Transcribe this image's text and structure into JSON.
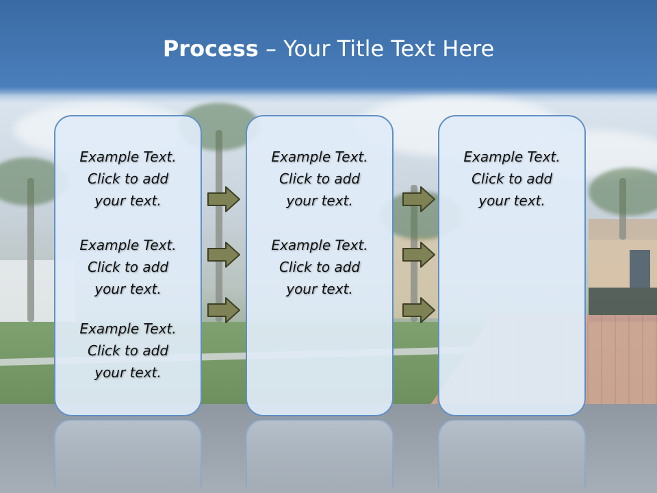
{
  "header": {
    "title_bold": "Process",
    "title_rest": " – Your Title Text Here"
  },
  "colors": {
    "panel_border": "#5f8fc6",
    "panel_fill": "#dfebf7",
    "arrow_fill": "#7e8254",
    "title_band": "#4a7fbc"
  },
  "panels": [
    {
      "paragraphs": [
        {
          "l1": "Example Text.",
          "l2": "Click  to add",
          "l3": "your text."
        },
        {
          "l1": "Example Text.",
          "l2": "Click  to add",
          "l3": "your text."
        },
        {
          "l1": "Example Text.",
          "l2": "Click  to add",
          "l3": "your text."
        }
      ]
    },
    {
      "paragraphs": [
        {
          "l1": "Example Text.",
          "l2": "Click  to add",
          "l3": "your text."
        },
        {
          "l1": "Example Text.",
          "l2": "Click  to add",
          "l3": "your text."
        }
      ]
    },
    {
      "paragraphs": [
        {
          "l1": "Example Text.",
          "l2": "Click  to add",
          "l3": "your text."
        }
      ]
    }
  ],
  "arrow_icon": "right-arrow-icon"
}
